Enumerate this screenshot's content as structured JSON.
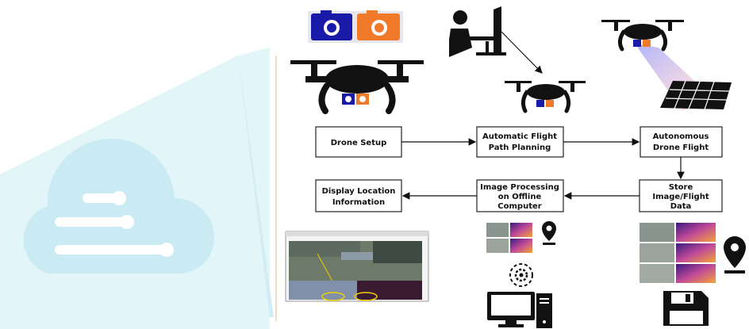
{
  "flow": {
    "drone_setup": "Drone Setup",
    "flight_path_1": "Automatic Flight",
    "flight_path_2": "Path Planning",
    "autonomous_1": "Autonomous",
    "autonomous_2": "Drone Flight",
    "store_1": "Store",
    "store_2": "Image/Flight",
    "store_3": "Data",
    "processing_1": "Image Processing",
    "processing_2": "on Offline",
    "processing_3": "Computer",
    "display_1": "Display Location",
    "display_2": "Information"
  },
  "icons": {
    "camera_pair": "rgb-thermal-camera-icon",
    "operator": "operator-at-computer-icon",
    "drone": "quadcopter-drone-icon",
    "solar": "solar-panel-array-icon",
    "location": "location-pin-icon",
    "gear": "processing-gear-icon",
    "computer": "desktop-computer-icon",
    "save": "floppy-disk-icon"
  },
  "colors": {
    "camera_blue": "#1a1aa8",
    "camera_orange": "#f07a2a",
    "watermark": "#d3eff6",
    "box_border": "#222222",
    "thermal": "#c04a98"
  }
}
